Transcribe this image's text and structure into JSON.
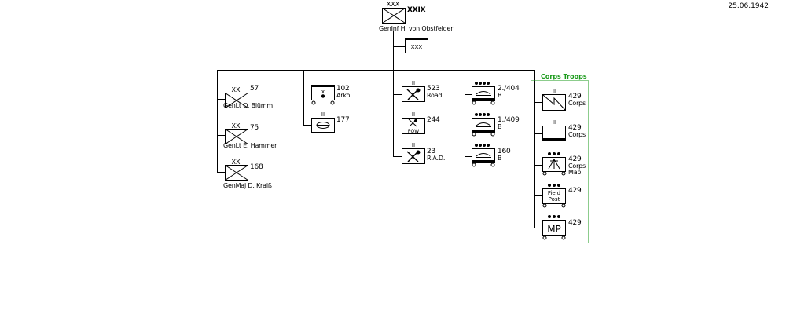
{
  "date": "25.06.1942",
  "corps": {
    "designation": "XXIX",
    "commander": "GenInf H. von Obstfelder",
    "echelon": "XXX",
    "hq_echelon": "XXX"
  },
  "divisions": [
    {
      "number": "57",
      "commander": "GenLt O. Blümm",
      "echelon": "XX"
    },
    {
      "number": "75",
      "commander": "GenLt E. Hammer",
      "echelon": "XX"
    },
    {
      "number": "168",
      "commander": "GenMaj D. Kraiß",
      "echelon": "XX"
    }
  ],
  "artillery": [
    {
      "number": "102",
      "sub": "Arko"
    },
    {
      "number": "177",
      "sub": ""
    }
  ],
  "engineers": [
    {
      "number": "523",
      "sub": "Road",
      "echelon": "II"
    },
    {
      "number": "244",
      "sub": "",
      "echelon": "II",
      "inner": "POW"
    },
    {
      "number": "23",
      "sub": "R.A.D.",
      "echelon": "II"
    }
  ],
  "bridging": [
    {
      "number": "2./404",
      "sub": "B"
    },
    {
      "number": "1./409",
      "sub": "B"
    },
    {
      "number": "160",
      "sub": "B"
    }
  ],
  "corps_troops": {
    "title": "Corps Troops",
    "color": "#1a9a1a",
    "units": [
      {
        "number": "429",
        "sub": "Corps",
        "sub2": ""
      },
      {
        "number": "429",
        "sub": "Corps",
        "sub2": ""
      },
      {
        "number": "429",
        "sub": "Corps",
        "sub2": "Map"
      },
      {
        "number": "429",
        "sub": "",
        "sub2": "",
        "box_line1": "Field",
        "box_line2": "Post"
      },
      {
        "number": "429",
        "sub": "",
        "sub2": "",
        "box_text": "MP"
      }
    ]
  }
}
